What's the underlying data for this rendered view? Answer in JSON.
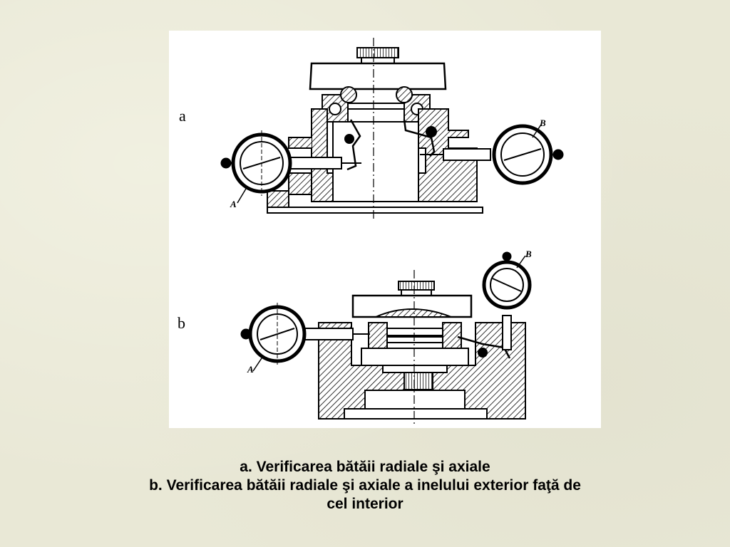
{
  "figure": {
    "label_a": "a",
    "label_b": "b",
    "indicator_a_left": "A",
    "indicator_a_right": "B",
    "indicator_b_left": "A",
    "indicator_b_top": "B"
  },
  "caption": {
    "line1": "a. Verificarea bătăii radiale şi axiale",
    "line2": "b. Verificarea bătăii radiale şi axiale a inelului exterior faţă de",
    "line3": "cel interior"
  }
}
